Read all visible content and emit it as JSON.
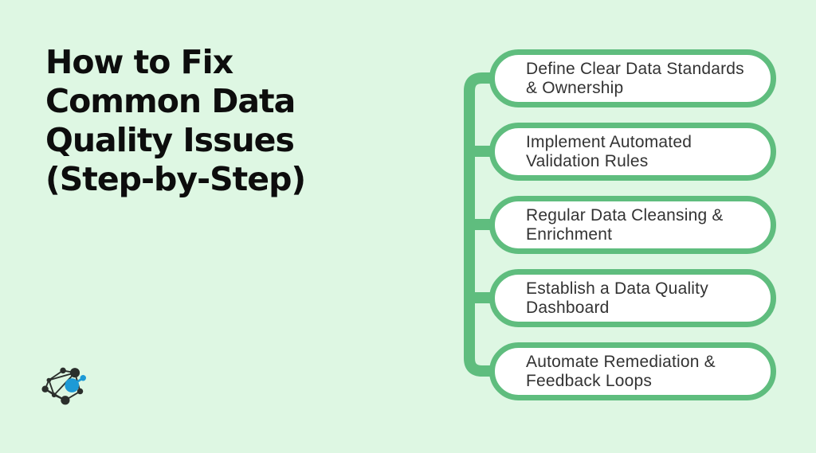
{
  "title": {
    "label": "How to Fix Common Data Quality Issues (Step-by-Step)",
    "lines": [
      "How to Fix",
      "Common Data",
      "Quality Issues",
      "(Step-by-Step)"
    ]
  },
  "steps": [
    {
      "label": "Define Clear Data Standards & Ownership",
      "lines": [
        "Define Clear Data Standards",
        "& Ownership"
      ]
    },
    {
      "label": "Implement Automated Validation Rules",
      "lines": [
        "Implement Automated",
        "Validation Rules"
      ]
    },
    {
      "label": "Regular Data Cleansing & Enrichment",
      "lines": [
        "Regular Data Cleansing &",
        "Enrichment"
      ]
    },
    {
      "label": "Establish a Data Quality Dashboard",
      "lines": [
        "Establish a Data Quality",
        "Dashboard"
      ]
    },
    {
      "label": "Automate Remediation & Feedback Loops",
      "lines": [
        "Automate Remediation &",
        "Feedback Loops"
      ]
    }
  ],
  "logo": {
    "name": "network-graph-logo"
  },
  "colors": {
    "background": "#def7e3",
    "accent_green": "#5fbd7e",
    "box_fill": "#ffffff",
    "title_text": "#0d0d0d",
    "step_text": "#333333",
    "logo_dark": "#2b2f2c",
    "logo_blue": "#1d9ad6"
  }
}
